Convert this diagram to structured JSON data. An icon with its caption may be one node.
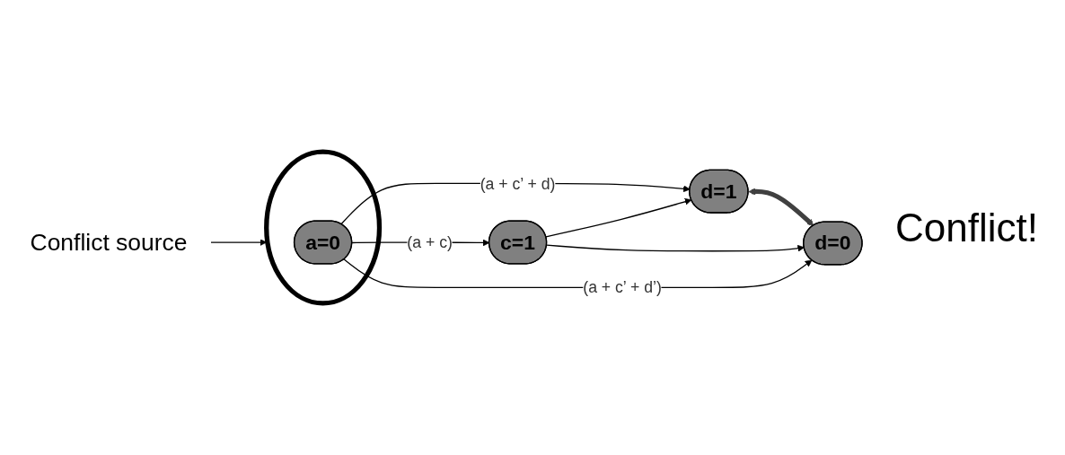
{
  "diagram": {
    "nodes": [
      {
        "text": [
          "Conflict source"
        ]
      },
      {
        "text": [],
        "shape": "circle"
      },
      {
        "text": [
          "a=0"
        ],
        "in": 1
      },
      {
        "text": [
          "c=1"
        ]
      },
      {
        "text": [
          "d=1"
        ]
      },
      {
        "text": [
          "d=0"
        ]
      }
    ],
    "edges": [
      {
        "from": 0,
        "to": 1,
        "arrow": "to"
      },
      {
        "from": 2,
        "to": 4,
        "arrow": "to",
        "label": "(a + c’ + d)"
      },
      {
        "from": 2,
        "to": 3,
        "arrow": "to",
        "label": "(a + c)"
      },
      {
        "from": 2,
        "to": 5,
        "arrow": "to",
        "label": "(a + c’ + d’)"
      },
      {
        "from": 3,
        "to": 4,
        "arrow": "to"
      },
      {
        "from": 3,
        "to": 5,
        "arrow": "to"
      },
      {
        "from": 4,
        "to": 5,
        "arrow": "both",
        "style": "thick",
        "color": "#404040"
      }
    ],
    "labels": [
      "Conflict!"
    ]
  }
}
